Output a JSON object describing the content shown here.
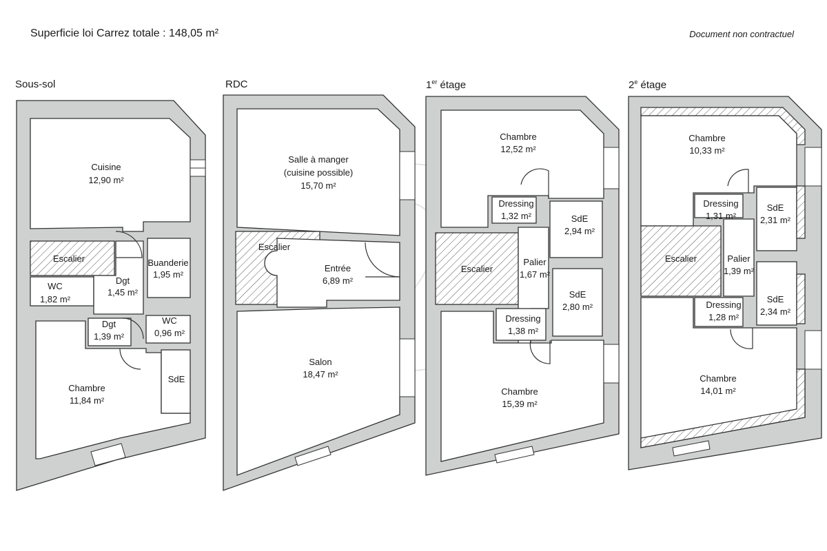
{
  "header": {
    "title": "Superficie loi Carrez totale : 148,05 m²",
    "disclaimer": "Document non contractuel"
  },
  "levels": {
    "sous_sol": "Sous-sol",
    "rdc": "RDC",
    "etage1_num": "1",
    "etage1_sup": "er",
    "etage1_word": " étage",
    "etage2_num": "2",
    "etage2_sup": "e",
    "etage2_word": " étage"
  },
  "rooms": {
    "ss_cuisine": "Cuisine",
    "ss_cuisine_area": "12,90 m²",
    "ss_escalier": "Escalier",
    "ss_buanderie": "Buanderie",
    "ss_buanderie_area": "1,95 m²",
    "ss_wc1": "WC",
    "ss_wc1_area": "1,82 m²",
    "ss_dgt1": "Dgt",
    "ss_dgt1_area": "1,45 m²",
    "ss_dgt2": "Dgt",
    "ss_dgt2_area": "1,39 m²",
    "ss_wc2": "WC",
    "ss_wc2_area": "0,96 m²",
    "ss_chambre": "Chambre",
    "ss_chambre_area": "11,84 m²",
    "ss_sde": "SdE",
    "rdc_salle": "Salle à manger",
    "rdc_salle_sub": "(cuisine possible)",
    "rdc_salle_area": "15,70 m²",
    "rdc_escalier": "Escalier",
    "rdc_entree": "Entrée",
    "rdc_entree_area": "6,89 m²",
    "rdc_salon": "Salon",
    "rdc_salon_area": "18,47 m²",
    "e1_chambre1": "Chambre",
    "e1_chambre1_area": "12,52 m²",
    "e1_dressing1": "Dressing",
    "e1_dressing1_area": "1,32 m²",
    "e1_sde1": "SdE",
    "e1_sde1_area": "2,94 m²",
    "e1_escalier": "Escalier",
    "e1_palier": "Palier",
    "e1_palier_area": "1,67 m²",
    "e1_sde2": "SdE",
    "e1_sde2_area": "2,80 m²",
    "e1_dressing2": "Dressing",
    "e1_dressing2_area": "1,38 m²",
    "e1_chambre2": "Chambre",
    "e1_chambre2_area": "15,39 m²",
    "e2_chambre1": "Chambre",
    "e2_chambre1_area": "10,33 m²",
    "e2_dressing1": "Dressing",
    "e2_dressing1_area": "1,31 m²",
    "e2_sde1": "SdE",
    "e2_sde1_area": "2,31 m²",
    "e2_escalier": "Escalier",
    "e2_palier": "Palier",
    "e2_palier_area": "1,39 m²",
    "e2_dressing2": "Dressing",
    "e2_dressing2_area": "1,28 m²",
    "e2_sde2": "SdE",
    "e2_sde2_area": "2,34 m²",
    "e2_chambre2": "Chambre",
    "e2_chambre2_area": "14,01 m²"
  },
  "colors": {
    "wall": "#cfd1d1",
    "line": "#333333",
    "background": "#ffffff"
  }
}
